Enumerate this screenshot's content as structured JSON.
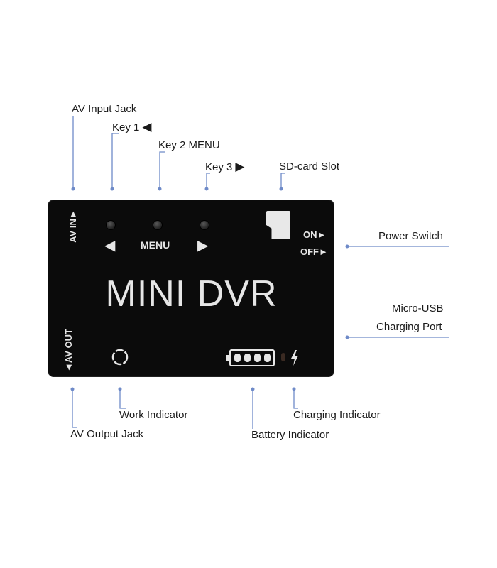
{
  "callouts": {
    "av_input_jack": "AV Input Jack",
    "key1": "Key 1",
    "key2": "Key 2 MENU",
    "key3": "Key 3",
    "sd_card_slot": "SD-card Slot",
    "power_switch": "Power Switch",
    "micro_usb_line1": "Micro-USB",
    "micro_usb_line2": "Charging Port",
    "work_indicator": "Work Indicator",
    "av_output_jack": "AV Output Jack",
    "charging_indicator": "Charging Indicator",
    "battery_indicator": "Battery Indicator"
  },
  "device": {
    "title": "MINI DVR",
    "menu_label": "MENU",
    "av_in_label": "AV IN",
    "av_out_label": "AV OUT",
    "on_label": "ON",
    "off_label": "OFF"
  },
  "icons": {
    "key1": "left-triangle-icon",
    "key3": "right-triangle-icon",
    "sd": "sd-card-icon",
    "work": "ring-icon",
    "battery": "battery-icon",
    "charging": "lightning-icon"
  },
  "colors": {
    "device_body": "#0b0b0b",
    "device_print": "#e6e6e6",
    "leader_line": "#6e8ac8"
  }
}
